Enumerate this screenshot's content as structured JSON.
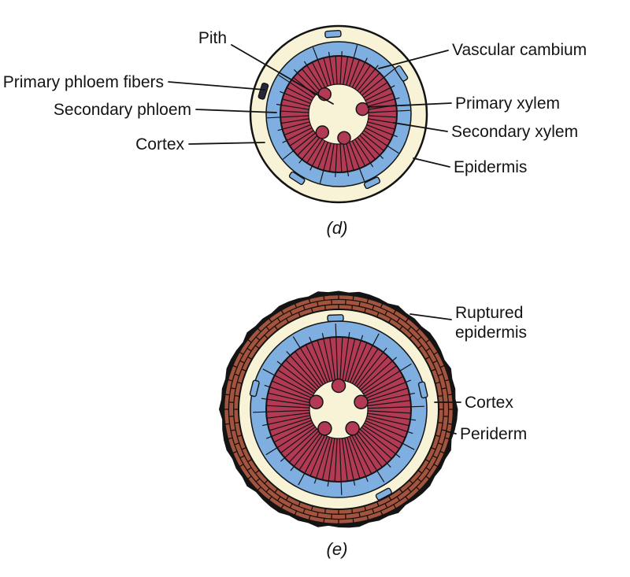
{
  "figure": {
    "background": "#ffffff",
    "colors": {
      "cream": "#f8f3d6",
      "blue": "#7fafe0",
      "maroon": "#b23a55",
      "brick": "#a2543e",
      "brick_line": "#1c0f0b",
      "fiber_dark": "#24283c",
      "outline": "#141414"
    },
    "d": {
      "caption": "(d)",
      "labels": {
        "pith": "Pith",
        "primary_phloem_fibers": "Primary phloem fibers",
        "secondary_phloem": "Secondary phloem",
        "cortex": "Cortex",
        "vascular_cambium": "Vascular cambium",
        "primary_xylem": "Primary xylem",
        "secondary_xylem": "Secondary xylem",
        "epidermis": "Epidermis"
      }
    },
    "e": {
      "caption": "(e)",
      "labels": {
        "ruptured_epidermis_line1": "Ruptured",
        "ruptured_epidermis_line2": "epidermis",
        "cortex": "Cortex",
        "periderm": "Periderm"
      }
    }
  }
}
